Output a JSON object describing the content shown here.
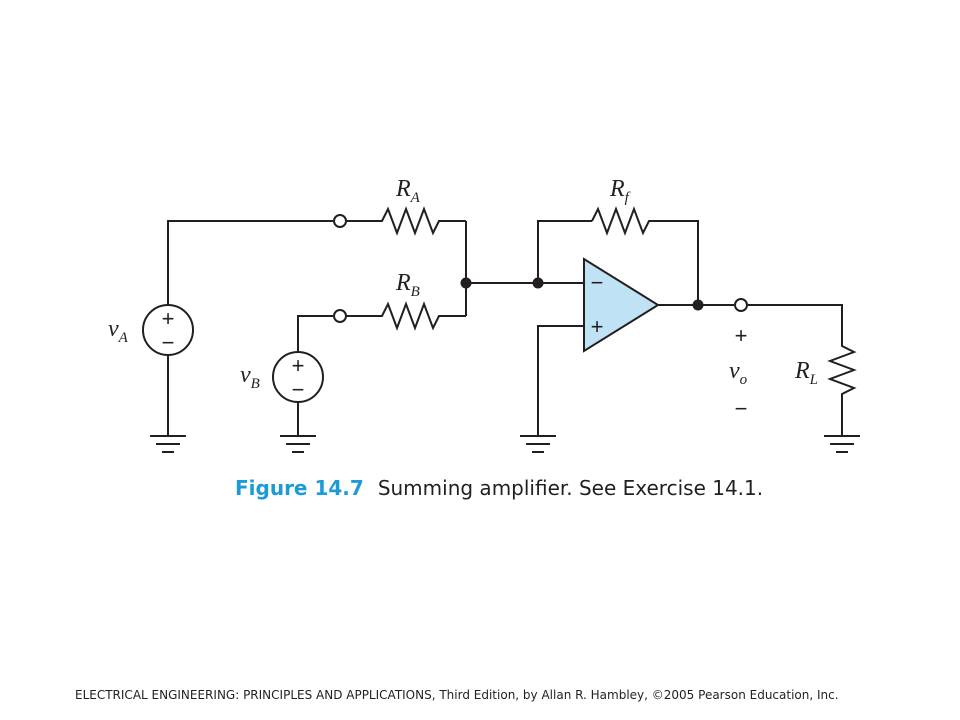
{
  "diagram": {
    "components": {
      "RA": {
        "name": "R",
        "sub": "A"
      },
      "RB": {
        "name": "R",
        "sub": "B"
      },
      "Rf": {
        "name": "R",
        "sub": "f"
      },
      "RL": {
        "name": "R",
        "sub": "L"
      },
      "vA": {
        "name": "v",
        "sub": "A"
      },
      "vB": {
        "name": "v",
        "sub": "B"
      },
      "vo": {
        "name": "v",
        "sub": "o"
      }
    },
    "symbols": {
      "plus": "+",
      "minus": "−"
    },
    "opamp_fill": "#bfe3f5",
    "accent": "#1c9bd7"
  },
  "caption": {
    "figure": "Figure 14.7",
    "text": "Summing amplifier. See Exercise 14.1."
  },
  "footer": "ELECTRICAL ENGINEERING: PRINCIPLES AND APPLICATIONS, Third Edition, by Allan R. Hambley, ©2005 Pearson Education, Inc."
}
